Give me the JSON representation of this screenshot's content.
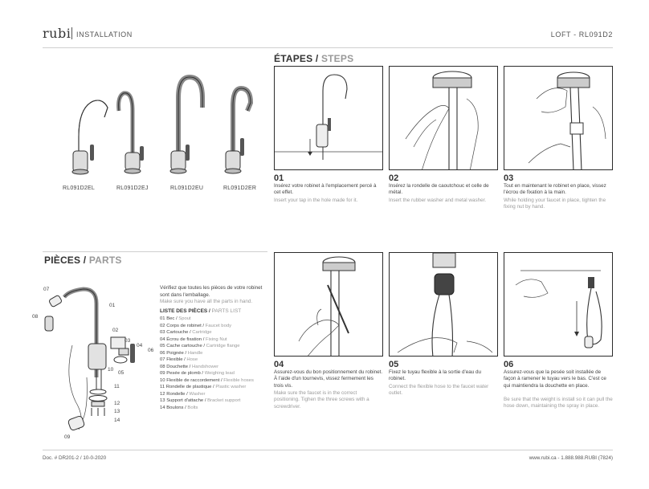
{
  "header": {
    "brand": "rubi",
    "section": "INSTALLATION",
    "model": "LOFT - RL091D2"
  },
  "steps_title": {
    "fr": "ÉTAPES /",
    "en": "STEPS"
  },
  "parts_title": {
    "fr": "PIÈCES /",
    "en": "PARTS"
  },
  "faucets": [
    {
      "label": "RL091D2EL"
    },
    {
      "label": "RL091D2EJ"
    },
    {
      "label": "RL091D2EU"
    },
    {
      "label": "RL091D2ER"
    }
  ],
  "steps": [
    {
      "num": "01",
      "fr": "Insérez votre robinet à l'emplacement percé à cet effet.",
      "en": "Insert your tap in the hole made for it."
    },
    {
      "num": "02",
      "fr": "Insérez la rondelle de caoutchouc et celle de métal.",
      "en": "Insert the rubber washer and metal washer."
    },
    {
      "num": "03",
      "fr": "Tout en maintenant le robinet en place, vissez l'écrou de fixation à la main.",
      "en": "While holding your faucet in place, tighten the fixing nut by hand."
    },
    {
      "num": "04",
      "fr": "Assurez-vous du bon positionnement du robinet. À l'aide d'un tournevis, vissez fermement les trois vis.",
      "en": "Make sure the faucet is in the correct positioning. Tighen the three screws with a screwdriver."
    },
    {
      "num": "05",
      "fr": "Fixez le tuyau flexible à la sortie d'eau du robinet.",
      "en": "Connect the flexible hose to the faucet water outlet."
    },
    {
      "num": "06",
      "fr": "Assurez-vous que la pesée soit installée de façon à ramener le tuyau vers le bas. C'est ce qui maintiendra la douchette en place.",
      "en": "Be sure that the weight is install so it can pull the hose down, maintaining the spray in place."
    }
  ],
  "parts": {
    "intro_fr": "Vérifiez que toutes les pièces de votre robinet sont dans l'emballage.",
    "intro_en": "Make sure you have all the parts in hand.",
    "list_title_fr": "LISTE DES PIÈCES /",
    "list_title_en": "PARTS LIST",
    "items": [
      {
        "fr": "01 Bec /",
        "en": "Spout"
      },
      {
        "fr": "02 Corps de robinet /",
        "en": "Faucet body"
      },
      {
        "fr": "03 Cartouche /",
        "en": "Cartridge"
      },
      {
        "fr": "04 Écrou de fixation /",
        "en": "Fixing Nut"
      },
      {
        "fr": "05 Cache cartouche /",
        "en": "Cartridge flange"
      },
      {
        "fr": "06 Poignée /",
        "en": "Handle"
      },
      {
        "fr": "07 Flexible /",
        "en": "Hose"
      },
      {
        "fr": "08 Douchette /",
        "en": "Handshower"
      },
      {
        "fr": "09 Pesée de plomb /",
        "en": "Weighing lead"
      },
      {
        "fr": "10 Flexible de raccordement /",
        "en": "Flexible hoses"
      },
      {
        "fr": "11 Rondelle de plastique /",
        "en": "Plastic washer"
      },
      {
        "fr": "12 Rondelle /",
        "en": "Washer"
      },
      {
        "fr": "13 Support d'attache /",
        "en": "Bracket support"
      },
      {
        "fr": "14 Boulons /",
        "en": "Bolts"
      }
    ],
    "callouts": [
      "01",
      "02",
      "03",
      "04",
      "05",
      "06",
      "07",
      "08",
      "09",
      "10",
      "11",
      "12",
      "13",
      "14"
    ]
  },
  "footer": {
    "doc": "Doc. # DR201-2 / 10-0-2020",
    "contact": "www.rubi.ca - 1.888.988.RUBI (7824)"
  }
}
